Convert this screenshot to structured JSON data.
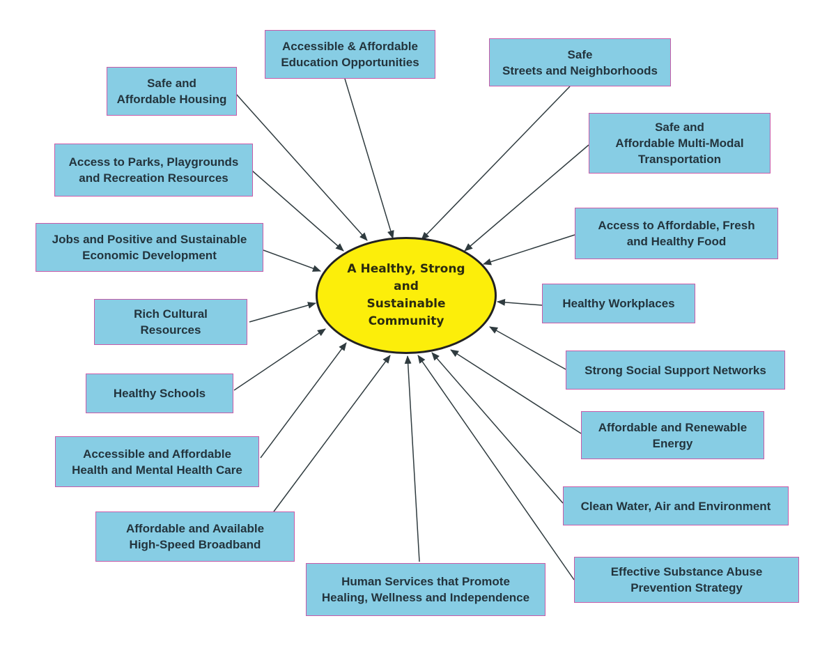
{
  "center": {
    "lines": [
      "A Healthy, Strong",
      "and",
      "Sustainable",
      "Community"
    ]
  },
  "factors": [
    {
      "id": "education",
      "lines": [
        "Accessible & Affordable",
        "Education Opportunities"
      ]
    },
    {
      "id": "streets",
      "lines": [
        "Safe",
        "Streets and Neighborhoods"
      ]
    },
    {
      "id": "housing",
      "lines": [
        "Safe and",
        "Affordable Housing"
      ]
    },
    {
      "id": "transportation",
      "lines": [
        "Safe and",
        "Affordable Multi-Modal",
        "Transportation"
      ]
    },
    {
      "id": "parks",
      "lines": [
        "Access to Parks, Playgrounds",
        "and Recreation Resources"
      ]
    },
    {
      "id": "food",
      "lines": [
        "Access to Affordable, Fresh",
        "and Healthy Food"
      ]
    },
    {
      "id": "jobs",
      "lines": [
        "Jobs and Positive and Sustainable",
        "Economic Development"
      ]
    },
    {
      "id": "workplaces",
      "lines": [
        "Healthy Workplaces"
      ]
    },
    {
      "id": "culture",
      "lines": [
        "Rich Cultural",
        "Resources"
      ]
    },
    {
      "id": "social",
      "lines": [
        "Strong Social Support Networks"
      ]
    },
    {
      "id": "schools",
      "lines": [
        "Healthy Schools"
      ]
    },
    {
      "id": "energy",
      "lines": [
        "Affordable and Renewable",
        "Energy"
      ]
    },
    {
      "id": "healthcare",
      "lines": [
        "Accessible and Affordable",
        "Health and Mental Health Care"
      ]
    },
    {
      "id": "environment",
      "lines": [
        "Clean Water, Air and Environment"
      ]
    },
    {
      "id": "broadband",
      "lines": [
        "Affordable and Available",
        "High-Speed Broadband"
      ]
    },
    {
      "id": "substance",
      "lines": [
        "Effective Substance Abuse",
        "Prevention Strategy"
      ]
    },
    {
      "id": "human-services",
      "lines": [
        "Human Services that Promote",
        "Healing, Wellness and Independence"
      ]
    }
  ],
  "colors": {
    "box_fill": "#87cde4",
    "box_border": "#c85aa8",
    "center_fill": "#fcee0a",
    "arrow": "#2f3b3f"
  }
}
